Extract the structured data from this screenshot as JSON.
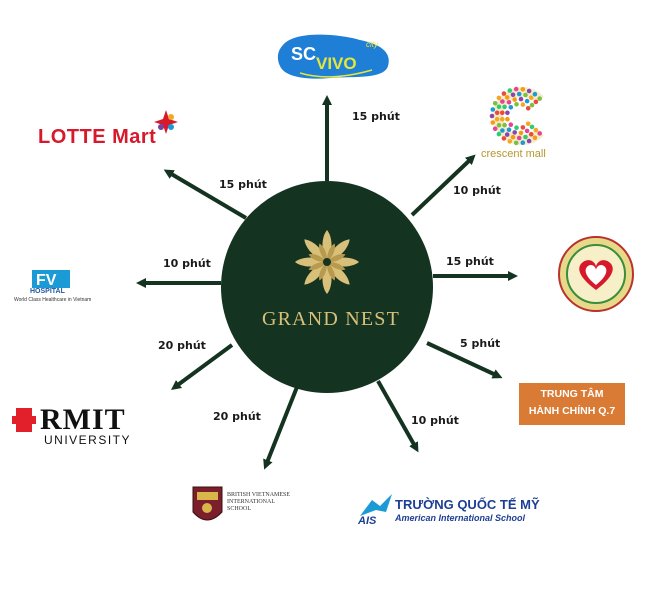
{
  "center": {
    "title": "GRAND NEST"
  },
  "colors": {
    "hub": "#143321",
    "arrow": "#143321",
    "gold": "#d9c07a",
    "lotte_red": "#d7192c",
    "rmit_red": "#e2202c",
    "orange_box": "#d97a35",
    "ais_blue": "#1c3f94",
    "scvivo_blue": "#1f7fd6"
  },
  "destinations": [
    {
      "id": "scvivo",
      "time": "15 phút",
      "logo_text": [
        "SC",
        "VIVO",
        "city"
      ],
      "icon": "scvivo-logo"
    },
    {
      "id": "crescent",
      "time": "10 phút",
      "logo_text": [
        "crescent mall"
      ],
      "icon": "crescent-mall-logo"
    },
    {
      "id": "hospital-seal",
      "time": "15 phút",
      "logo_text": [],
      "icon": "heart-seal-logo"
    },
    {
      "id": "trung-tam",
      "time": "5 phút",
      "logo_text": [
        "TRUNG TÂM",
        "HÀNH CHÍNH Q.7"
      ],
      "icon": "admin-center-badge"
    },
    {
      "id": "ais",
      "time": "10 phút",
      "logo_text": [
        "TRƯỜNG QUỐC TẾ MỸ",
        "American International School"
      ],
      "icon": "eagle-icon"
    },
    {
      "id": "bvis",
      "time": "20 phút",
      "logo_text": [
        "BRITISH VIETNAMESE",
        "INTERNATIONAL",
        "SCHOOL"
      ],
      "icon": "crest-icon"
    },
    {
      "id": "rmit",
      "time": "20 phút",
      "logo_text": [
        "RMIT",
        "UNIVERSITY"
      ],
      "icon": "rmit-pixel-icon"
    },
    {
      "id": "fv",
      "time": "10 phút",
      "logo_text": [
        "FV",
        "HOSPITAL",
        "World Class Healthcare in Vietnam"
      ],
      "icon": "fv-logo"
    },
    {
      "id": "lotte",
      "time": "15 phút",
      "logo_text": [
        "LOTTE Mart"
      ],
      "icon": "lotte-star-icon"
    }
  ]
}
